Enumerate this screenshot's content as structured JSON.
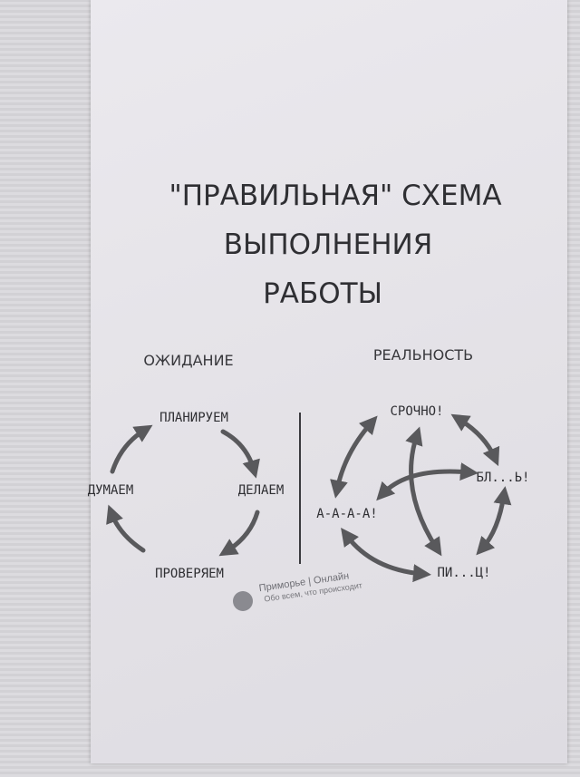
{
  "title_lines": [
    "\"ПРАВИЛЬНАЯ\" СХЕМА",
    "ВЫПОЛНЕНИЯ",
    "РАБОТЫ"
  ],
  "expectation": {
    "heading": "ОЖИДАНИЕ",
    "nodes": [
      "ПЛАНИРУЕМ",
      "ДЕЛАЕМ",
      "ПРОВЕРЯЕМ",
      "ДУМАЕМ"
    ]
  },
  "reality": {
    "heading": "РЕАЛЬНОСТЬ",
    "nodes": [
      "СРОЧНО!",
      "БЛ...Ь!",
      "ПИ...Ц!",
      "А-А-А-А!"
    ]
  },
  "watermark": {
    "name": "Приморье | Онлайн",
    "tagline": "Обо всем, что происходит"
  },
  "colors": {
    "paper": "#e6e4e9",
    "ink": "#2f2f33",
    "arrow": "#59595c"
  }
}
